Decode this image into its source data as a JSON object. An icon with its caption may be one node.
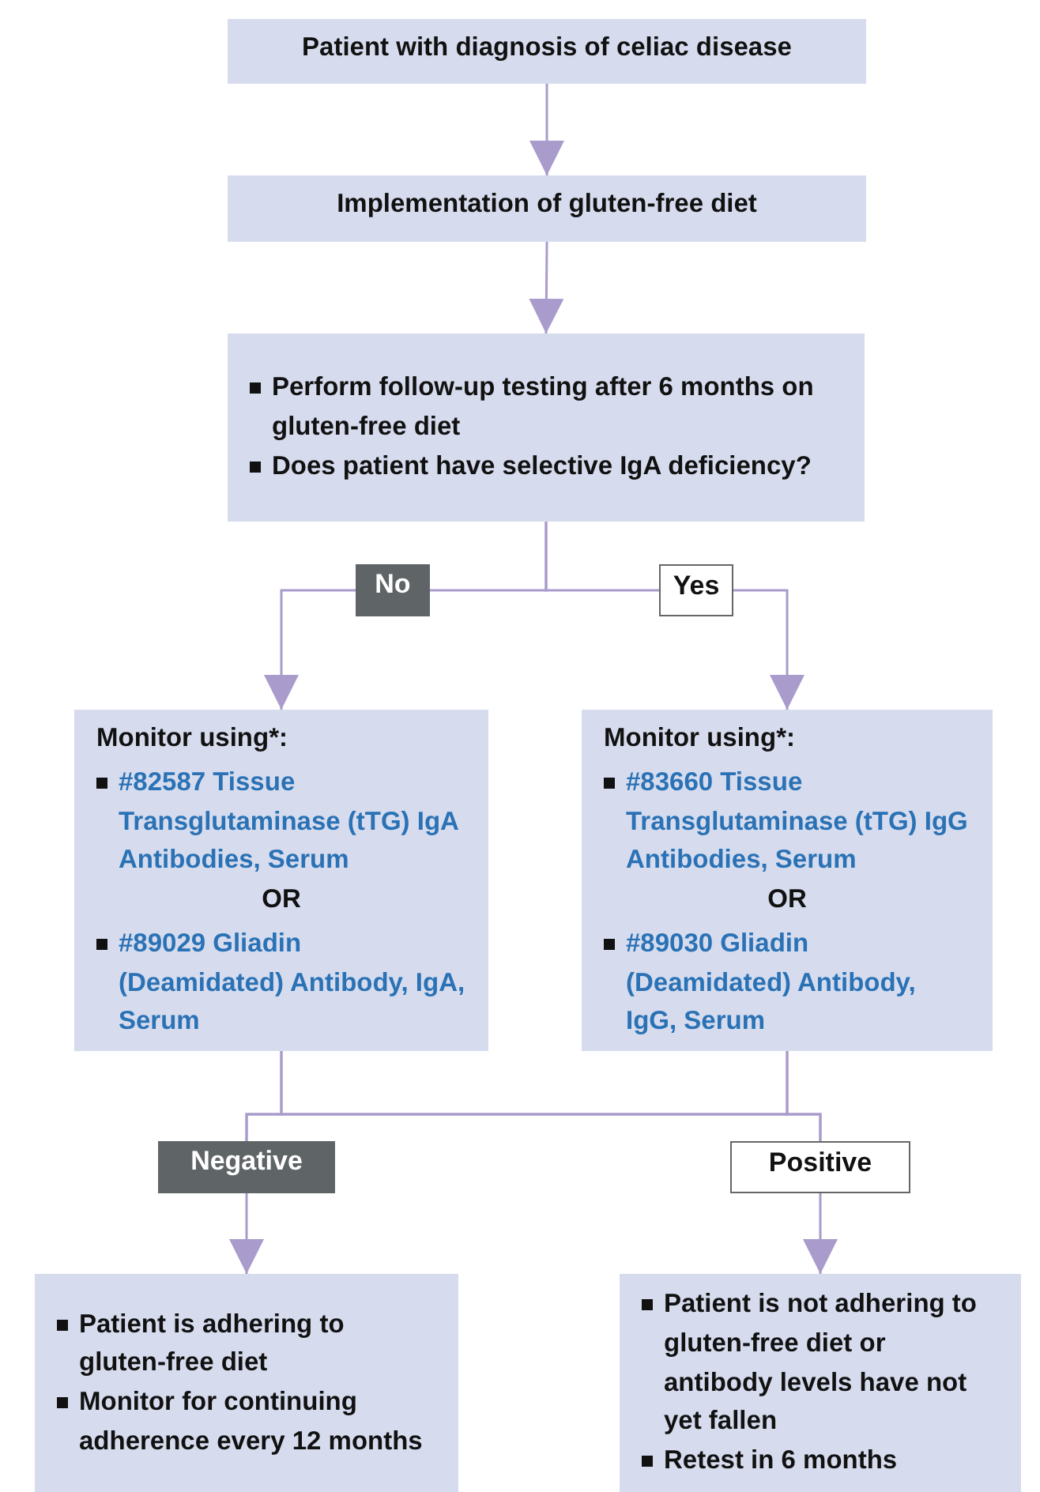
{
  "diagram": {
    "nodes": [
      {
        "text": [
          "Patient with diagnosis of celiac disease"
        ]
      },
      {
        "text": [
          "Implementation of gluten-free diet"
        ]
      },
      {
        "text": [
          "Perform follow-up testing after 6 months on gluten-free diet",
          "Does patient have selective IgA deficiency?"
        ]
      },
      {
        "text": [
          "No"
        ]
      },
      {
        "text": [
          "Yes"
        ]
      },
      {
        "text": [
          "Monitor using*:",
          "#82587 Tissue Transglutaminase (tTG) IgA Antibodies, Serum",
          "OR",
          "#89029 Gliadin (Deamidated) Antibody, IgA, Serum"
        ]
      },
      {
        "text": [
          "Monitor using*:",
          "#83660 Tissue Transglutaminase (tTG) IgG Antibodies, Serum",
          "OR",
          "#89030 Gliadin (Deamidated) Antibody, IgG, Serum"
        ]
      },
      {
        "text": [
          "Negative"
        ]
      },
      {
        "text": [
          "Positive"
        ]
      },
      {
        "text": [
          "Patient is adhering to gluten-free diet",
          "Monitor for continuing adherence every 12 months"
        ]
      },
      {
        "text": [
          "Patient is not adhering to gluten-free diet or antibody levels have not yet fallen",
          "Retest in 6 months"
        ]
      }
    ],
    "edges": [
      {
        "from": 0,
        "to": 1,
        "arrow": "to"
      },
      {
        "from": 1,
        "to": 2,
        "arrow": "to"
      },
      {
        "from": 2,
        "to": 3,
        "arrow": "none"
      },
      {
        "from": 3,
        "to": 5,
        "arrow": "to"
      },
      {
        "from": 2,
        "to": 4,
        "arrow": "none"
      },
      {
        "from": 4,
        "to": 6,
        "arrow": "to"
      },
      {
        "from": 5,
        "to": 7,
        "arrow": "none"
      },
      {
        "from": 5,
        "to": 8,
        "arrow": "none"
      },
      {
        "from": 6,
        "to": 7,
        "arrow": "none"
      },
      {
        "from": 6,
        "to": 8,
        "arrow": "none"
      },
      {
        "from": 7,
        "to": 9,
        "arrow": "to"
      },
      {
        "from": 8,
        "to": 10,
        "arrow": "to"
      }
    ]
  }
}
